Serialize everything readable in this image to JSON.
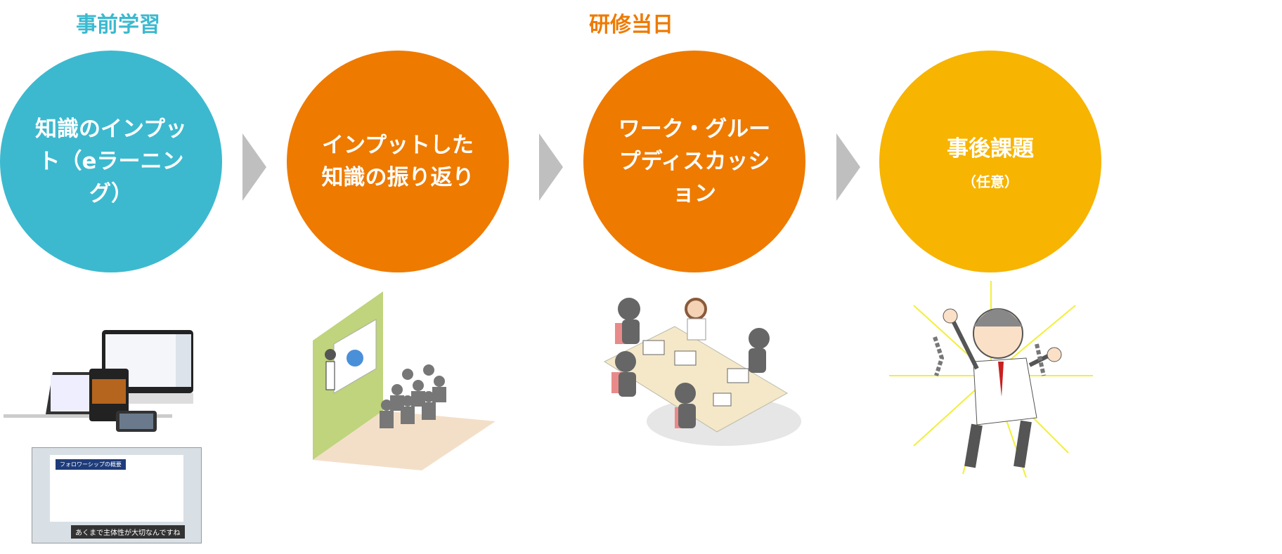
{
  "phases": {
    "pre": "事前学習",
    "day": "研修当日"
  },
  "colors": {
    "blue": "#3cb9cf",
    "orange": "#ee7a00",
    "yellow": "#f7b400",
    "arrow": "#bfbfbf"
  },
  "steps": [
    {
      "title": "知識のインプット（eラーニング）"
    },
    {
      "title": "インプットした知識の振り返り"
    },
    {
      "title": "ワーク・グループディスカッション"
    },
    {
      "title": "事後課題",
      "subtitle": "（任意）"
    }
  ],
  "slide": {
    "header": "フォロワーシップの概要",
    "caption": "あくまで主体性が大切なんですね"
  }
}
